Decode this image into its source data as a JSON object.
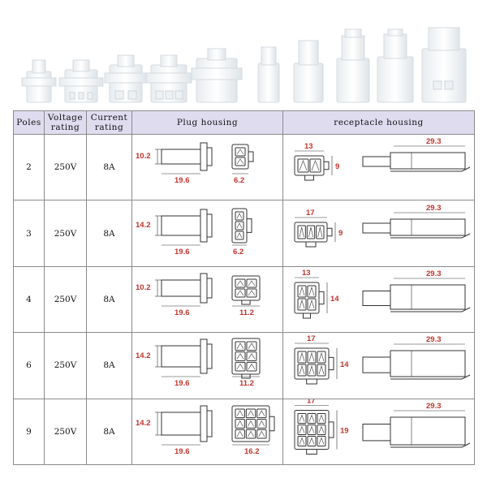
{
  "table": {
    "headers": {
      "poles": "Poles",
      "voltage_line1": "Voltage",
      "voltage_line2": "rating",
      "current_line1": "Current",
      "current_line2": "rating",
      "plug": "Plug housing",
      "receptacle": "receptacle housing"
    },
    "rows": [
      {
        "poles": "2",
        "voltage": "250V",
        "current": "8A",
        "plug": {
          "height": "10.2",
          "length": "19.6",
          "face_width": "6.2"
        },
        "receptacle": {
          "width": "13",
          "height": "9",
          "length": "29.3"
        }
      },
      {
        "poles": "3",
        "voltage": "250V",
        "current": "8A",
        "plug": {
          "height": "14.2",
          "length": "19.6",
          "face_width": "6.2"
        },
        "receptacle": {
          "width": "17",
          "height": "9",
          "length": "29.3"
        }
      },
      {
        "poles": "4",
        "voltage": "250V",
        "current": "8A",
        "plug": {
          "height": "10.2",
          "length": "19.6",
          "face_width": "11.2"
        },
        "receptacle": {
          "width": "13",
          "height": "14",
          "length": "29.3"
        }
      },
      {
        "poles": "6",
        "voltage": "250V",
        "current": "8A",
        "plug": {
          "height": "14.2",
          "length": "19.6",
          "face_width": "11.2"
        },
        "receptacle": {
          "width": "17",
          "height": "14",
          "length": "29.3"
        }
      },
      {
        "poles": "9",
        "voltage": "250V",
        "current": "8A",
        "plug": {
          "height": "14.2",
          "length": "19.6",
          "face_width": "16.2"
        },
        "receptacle": {
          "width": "17",
          "height": "19",
          "length": "29.3"
        }
      }
    ]
  },
  "colors": {
    "header_bg": "#e0dcf0",
    "dimension_text": "#c0352c",
    "border": "#8a8a8a"
  }
}
